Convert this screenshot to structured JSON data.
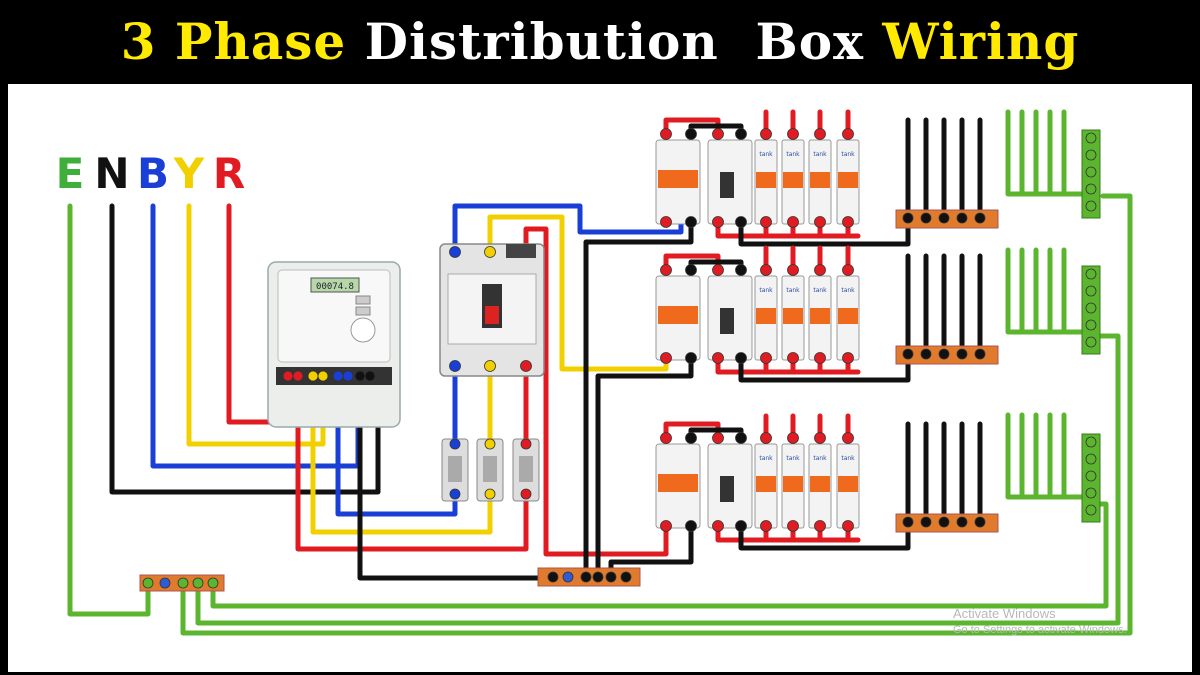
{
  "title": {
    "part1": "3 Phase",
    "part2": "Distribution",
    "part3": "Box",
    "part4": "Wiring"
  },
  "supply_labels": [
    {
      "text": "E",
      "color": "#3fae3a"
    },
    {
      "text": "N",
      "color": "#111111"
    },
    {
      "text": "B",
      "color": "#1a3fd6"
    },
    {
      "text": "Y",
      "color": "#f2d000"
    },
    {
      "text": "R",
      "color": "#e11b22"
    }
  ],
  "energy_meter": {
    "display": "00074.8"
  },
  "mcb_brand": "tank",
  "colors": {
    "red": "#e11b22",
    "yellow": "#f2d000",
    "blue": "#1a3fd6",
    "black": "#111111",
    "green": "#5cb52f",
    "busbar": "#e07a2c",
    "mcb_orange": "#f06a1e"
  },
  "watermark": {
    "line1": "Activate Windows",
    "line2": "Go to Settings to activate Windows."
  }
}
